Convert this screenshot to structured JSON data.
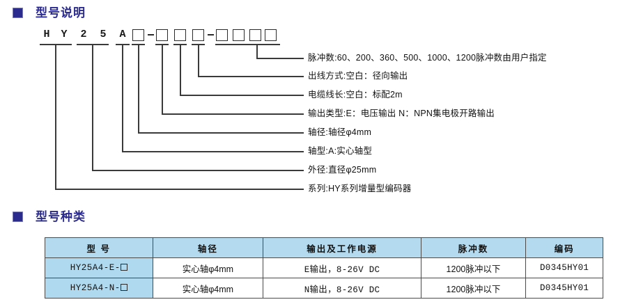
{
  "sections": {
    "model_description": {
      "bullet_color": "#2b2b8f",
      "title": "型号说明"
    },
    "model_types": {
      "bullet_color": "#2b2b8f",
      "title": "型号种类"
    }
  },
  "model_code": {
    "chars": [
      "H",
      "Y",
      "2",
      "5",
      "A"
    ],
    "separators": [
      "-",
      "-"
    ],
    "blank_boxes": 8,
    "full_code": "HY25A□-□□□-□□□□"
  },
  "annotations": [
    {
      "key": "pulse",
      "label": "脉冲数:60、200、360、500、1000、1200脉冲数由用户指定"
    },
    {
      "key": "outlet",
      "label": "出线方式:空白：径向输出"
    },
    {
      "key": "cable",
      "label": "电缆线长:空白：标配2m"
    },
    {
      "key": "output_type",
      "label": "输出类型:E：电压输出    N：NPN集电极开路输出"
    },
    {
      "key": "shaft_dia",
      "label": "轴径:轴径φ4mm"
    },
    {
      "key": "shaft_type",
      "label": "轴型:A:实心轴型"
    },
    {
      "key": "outer_dia",
      "label": "外径:直径φ25mm"
    },
    {
      "key": "series",
      "label": "系列:HY系列增量型编码器"
    }
  ],
  "table": {
    "headers": [
      "型 号",
      "轴径",
      "输出及工作电源",
      "脉冲数",
      "编码"
    ],
    "rows": [
      {
        "model_prefix": "HY25A4-E-",
        "shaft": "实心轴φ4mm",
        "output": "E输出，8-26V DC",
        "pulse": "1200脉冲以下",
        "code": "D0345HY01"
      },
      {
        "model_prefix": "HY25A4-N-",
        "shaft": "实心轴φ4mm",
        "output": "N输出，8-26V DC",
        "pulse": "1200脉冲以下",
        "code": "D0345HY01"
      }
    ],
    "header_bg": "#b3daee",
    "model_cell_bg": "#aed9ee"
  }
}
